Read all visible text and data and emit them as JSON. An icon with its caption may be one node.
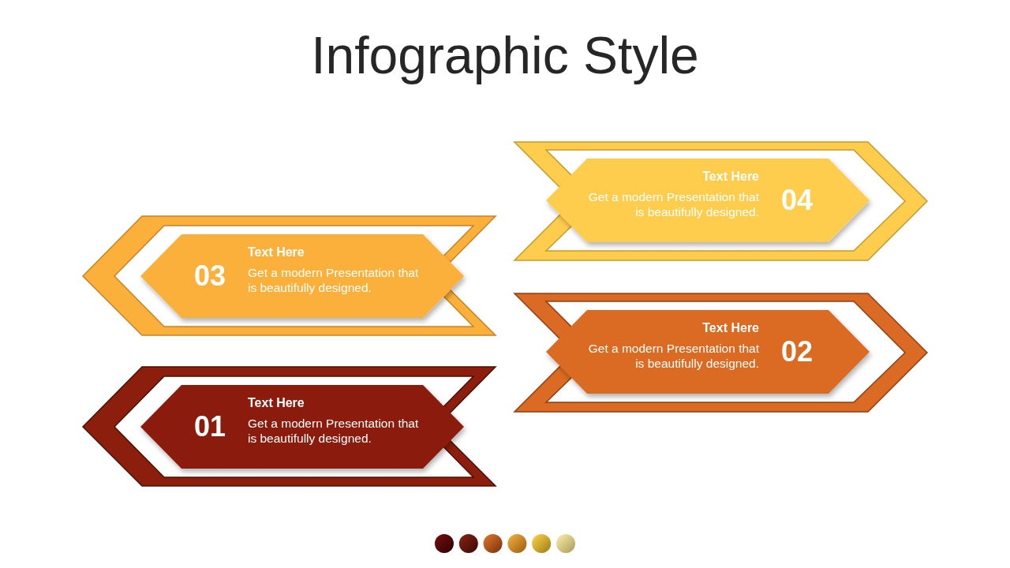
{
  "diagram": {
    "title": "Infographic Style",
    "nodes": [
      {
        "text": [
          "04",
          "Text Here",
          "Get a modern Presentation that is beautifully designed."
        ]
      },
      {
        "text": [
          "03",
          "Text Here",
          "Get a modern Presentation that is beautifully designed."
        ]
      },
      {
        "text": [
          "02",
          "Text Here",
          "Get a modern Presentation that is beautifully designed."
        ]
      },
      {
        "text": [
          "01",
          "Text Here",
          "Get a modern Presentation that is beautifully designed."
        ]
      }
    ]
  }
}
